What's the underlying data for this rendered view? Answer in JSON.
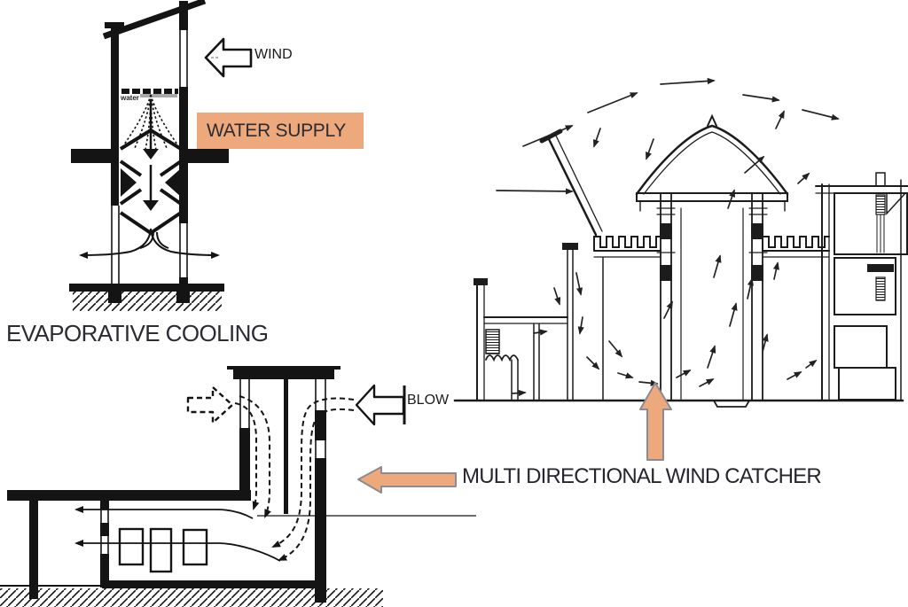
{
  "colors": {
    "accent_orange": "#eda87c",
    "arrow_outline": "#8b8b95",
    "ink": "#141414",
    "text_dark": "#26262e"
  },
  "evaporative_cooling_diagram": {
    "caption": "EVAPORATIVE COOLING",
    "wind_label": "WIND",
    "water_supply_label": "WATER SUPPLY",
    "water_tray_label": "water"
  },
  "wind_catcher_diagram": {
    "blow_label": "BLOW"
  },
  "building_section_diagram": {
    "caption": "MULTI DIRECTIONAL WIND CATCHER"
  }
}
